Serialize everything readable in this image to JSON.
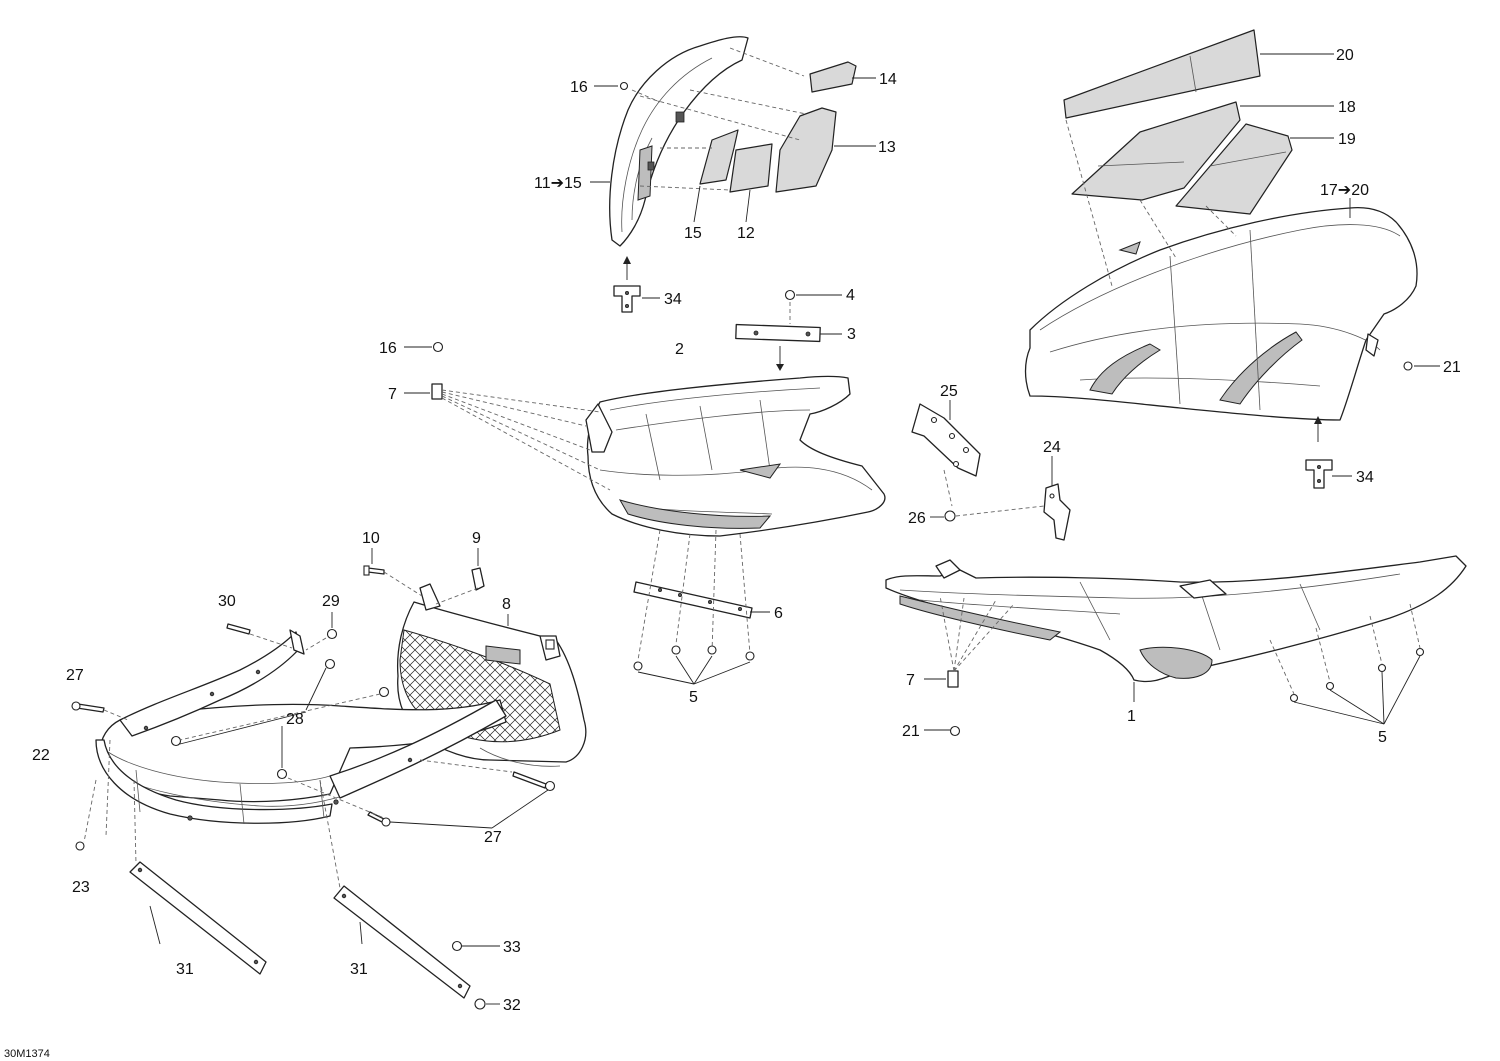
{
  "drawing_ref": "30M1374",
  "callouts": {
    "c1": "1",
    "c2": "2",
    "c3": "3",
    "c4": "4",
    "c5a": "5",
    "c5b": "5",
    "c6": "6",
    "c7a": "7",
    "c7b": "7",
    "c8": "8",
    "c9": "9",
    "c10": "10",
    "c11_15": "11➔15",
    "c12": "12",
    "c13": "13",
    "c14": "14",
    "c15": "15",
    "c16a": "16",
    "c16b": "16",
    "c17_20": "17➔20",
    "c18": "18",
    "c19": "19",
    "c20": "20",
    "c21a": "21",
    "c21b": "21",
    "c22": "22",
    "c23": "23",
    "c24": "24",
    "c25": "25",
    "c26": "26",
    "c27a": "27",
    "c27b": "27",
    "c28": "28",
    "c29": "29",
    "c30": "30",
    "c31a": "31",
    "c31b": "31",
    "c32": "32",
    "c33": "33",
    "c34a": "34",
    "c34b": "34"
  },
  "colors": {
    "line": "#222222",
    "fill": "#d9d9d9",
    "background": "#ffffff"
  }
}
